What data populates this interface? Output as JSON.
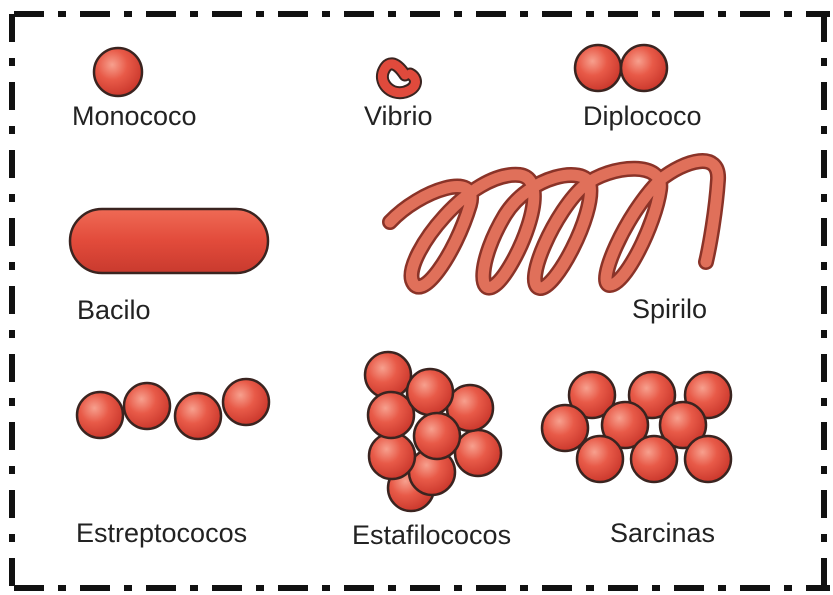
{
  "colors": {
    "cell_fill": "#e04a3c",
    "cell_highlight": "#f58a78",
    "cell_stroke": "#3a2420",
    "spiral_fill": "#e0705a",
    "spiral_stroke": "#8a3328",
    "frame": "#111111",
    "label": "#222222"
  },
  "labels": {
    "monococo": "Monococo",
    "vibrio": "Vibrio",
    "diplococo": "Diplococo",
    "bacilo": "Bacilo",
    "spirilo": "Spirilo",
    "estreptococos": "Estreptococos",
    "estafilococos": "Estafilococos",
    "sarcinas": "Sarcinas"
  }
}
